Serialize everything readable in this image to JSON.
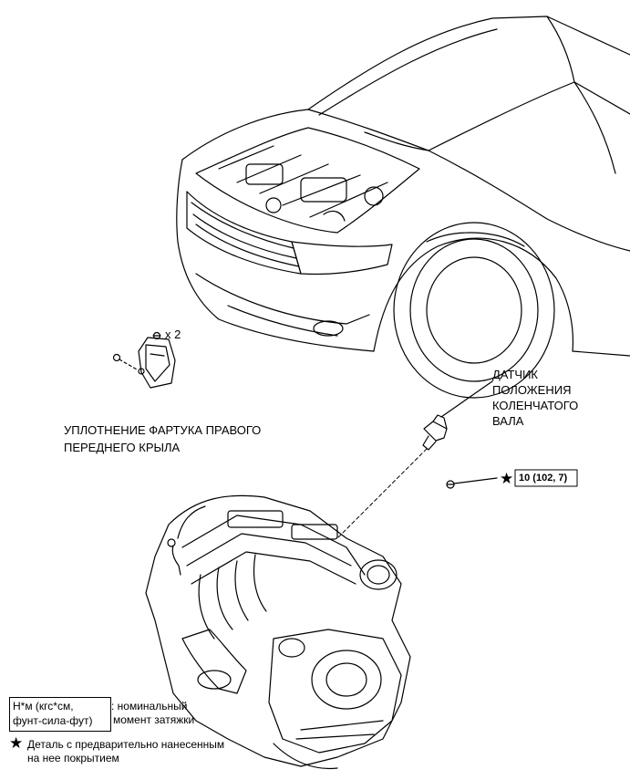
{
  "part_labels": {
    "qty": "x 2",
    "seal_line1": "УПЛОТНЕНИЕ ФАРТУКА ПРАВОГО",
    "seal_line2": "ПЕРЕДНЕГО КРЫЛА",
    "sensor_line1": "ДАТЧИК",
    "sensor_line2": "ПОЛОЖЕНИЯ",
    "sensor_line3": "КОЛЕНЧАТОГО",
    "sensor_line4": "ВАЛА",
    "torque": "10 (102, 7)"
  },
  "legend": {
    "unit_line1": "Н*м (кгс*см,",
    "unit_line2": "фунт-сила-фут)",
    "unit_desc_line1": ": номинальный",
    "unit_desc_line2": "момент затяжки",
    "star_symbol": "★",
    "star_desc_line1": "Деталь с предварительно нанесенным",
    "star_desc_line2": "на нее покрытием"
  }
}
